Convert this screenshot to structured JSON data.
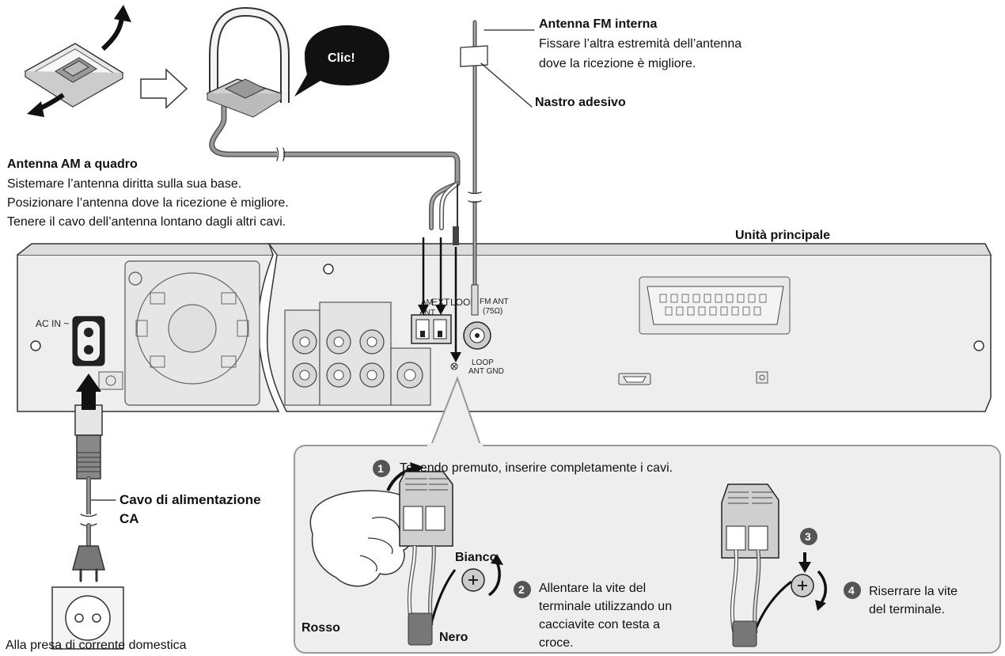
{
  "am_antenna": {
    "title": "Antenna AM a quadro",
    "lines": [
      "Sistemare l’antenna diritta sulla sua base.",
      "Posizionare l’antenna dove la ricezione è migliore.",
      "Tenere il cavo dell’antenna lontano dagli altri cavi."
    ],
    "click_label": "Clic!"
  },
  "fm_antenna": {
    "title": "Antenna FM interna",
    "lines": [
      "Fissare l’altra estremità dell’antenna",
      "dove la ricezione è migliore."
    ],
    "tape_label": "Nastro adesivo"
  },
  "main_unit": {
    "title": "Unità principale",
    "panel_labels": {
      "ac_in": "AC IN ~",
      "am": "AM",
      "ant": "ANT",
      "ext": "EXT",
      "loop": "LOOP",
      "fm_ant": "FM ANT",
      "fm_ohm": "(75Ω)",
      "loop_gnd_1": "LOOP",
      "loop_gnd_2": "ANT GND"
    }
  },
  "power": {
    "cable_label_1": "Cavo di alimentazione",
    "cable_label_2": "CA",
    "outlet_label": "Alla presa di corrente domestica"
  },
  "detail": {
    "steps": [
      {
        "num": "1",
        "text": "Tenendo premuto, inserire completamente i cavi."
      },
      {
        "num": "2",
        "lines": [
          "Allentare la vite del",
          "terminale utilizzando un",
          "cacciavite con testa a",
          "croce."
        ]
      },
      {
        "num": "3",
        "text": ""
      },
      {
        "num": "4",
        "lines": [
          "Riserrare la vite",
          "del terminale."
        ]
      }
    ],
    "wire_labels": {
      "white": "Bianco",
      "red": "Rosso",
      "black": "Nero"
    }
  },
  "colors": {
    "panel": "#efefef",
    "stroke": "#333333",
    "cable": "#8a8a8a",
    "detail_bg": "#eeeeee",
    "step_badge": "#555555"
  }
}
